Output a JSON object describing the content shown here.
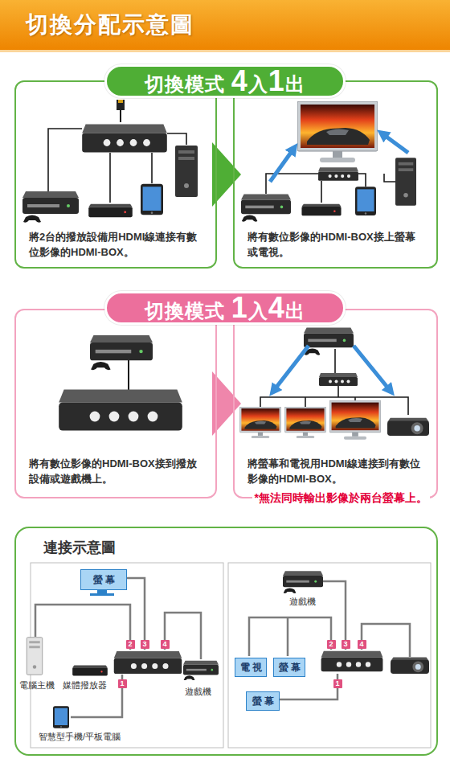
{
  "diagram": {
    "title": "切換分配示意圖",
    "nodes": [
      {
        "text": [
          "切換模式 4入1出"
        ]
      },
      {
        "text": [
          "將2台的撥放設備用HDMI線連接有數位影像的HDMI-BOX。"
        ]
      },
      {
        "text": [
          "將有數位影像的HDMI-BOX接上螢幕或電視。"
        ]
      },
      {
        "text": [
          "切換模式 1入4出"
        ]
      },
      {
        "text": [
          "將有數位影像的HDMI-BOX接到撥放設備或遊戲機上。"
        ]
      },
      {
        "text": [
          "將螢幕和電視用HDMI線連接到有數位影像的HDMI-BOX。",
          "*無法同時輸出影像於兩台螢幕上。"
        ]
      },
      {
        "text": [
          "連接示意圖"
        ]
      },
      {
        "text": [
          "螢幕"
        ],
        "in": 6
      },
      {
        "text": [
          "電視"
        ],
        "in": 6
      },
      {
        "text": [
          "螢幕"
        ],
        "in": 6
      },
      {
        "text": [
          "螢幕"
        ],
        "in": 6
      }
    ],
    "edges": [
      {
        "from": 1,
        "to": 2,
        "arrow": "to"
      },
      {
        "from": 4,
        "to": 5,
        "arrow": "to"
      }
    ],
    "labels": [
      "2",
      "3",
      "4",
      "電腦主機",
      "媒體撥放器",
      "遊戲機",
      "1",
      "智慧型手機/平板電腦",
      "遊戲機",
      "2",
      "3",
      "4",
      "1"
    ]
  }
}
